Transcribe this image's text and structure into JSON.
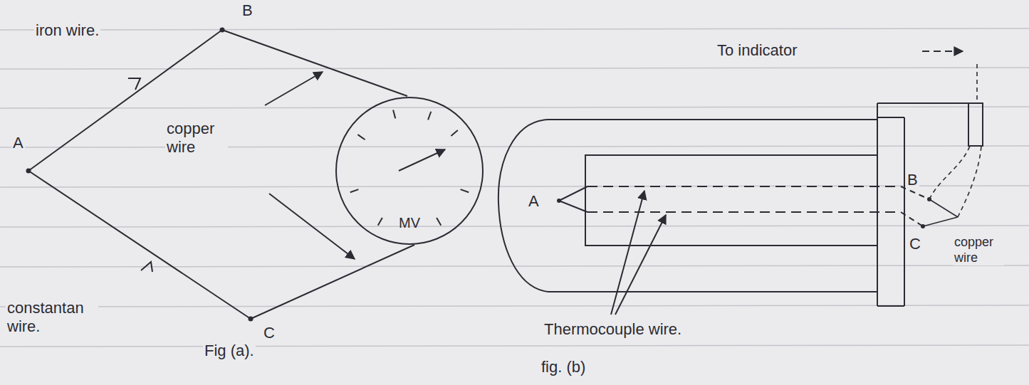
{
  "diagram": {
    "nodes": [
      {
        "text": [
          "MV"
        ]
      }
    ],
    "labels": [
      "B",
      "iron wire.",
      "A",
      "copper wire",
      "constantan wire.",
      "C",
      "Fig (a).",
      "To indicator",
      "A",
      "B",
      "C",
      "copper wire",
      "Thermocouple wire.",
      "fig. (b)"
    ]
  }
}
